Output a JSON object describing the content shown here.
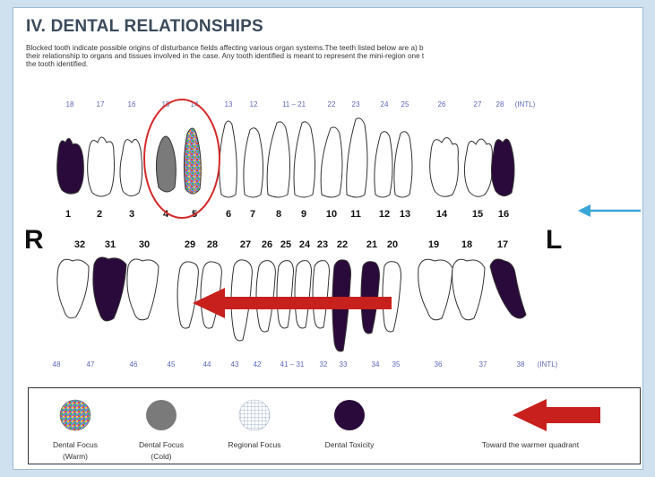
{
  "section_title": "IV. DENTAL RELATIONSHIPS",
  "intro_text": "Blocked tooth indicate possible origins of disturbance fields affecting various organ systems.The teeth listed below are a) b\ntheir relationship to organs and tissues involved in the case. Any tooth identified is meant to represent the mini-region one t\nthe tooth identified.",
  "side_right": "R",
  "side_left": "L",
  "upper_intl": [
    "18",
    "17",
    "16",
    "15",
    "14",
    "13",
    "12",
    "11 – 21",
    "22",
    "23",
    "24",
    "25",
    "26",
    "27",
    "28",
    "(INTL)"
  ],
  "upper_universal": [
    "1",
    "2",
    "3",
    "4",
    "5",
    "6",
    "7",
    "8",
    "9",
    "10",
    "11",
    "12",
    "13",
    "14",
    "15",
    "16"
  ],
  "lower_universal": [
    "32",
    "31",
    "30",
    "29",
    "28",
    "27",
    "26",
    "25",
    "24",
    "23",
    "22",
    "21",
    "20",
    "19",
    "18",
    "17"
  ],
  "lower_intl": [
    "48",
    "47",
    "46",
    "45",
    "44",
    "43",
    "42",
    "41 – 31",
    "32",
    "33",
    "34",
    "35",
    "36",
    "37",
    "38",
    "(INTL)"
  ],
  "legend": {
    "warm_line1": "Dental Focus",
    "warm_line2": "(Warm)",
    "cold_line1": "Dental Focus",
    "cold_line2": "(Cold)",
    "regional": "Regional Focus",
    "toxicity": "Dental Toxicity",
    "arrow": "Toward the warmer quadrant"
  },
  "colors": {
    "toxicity": "#2a0a3a",
    "cold_focus": "#7a7a7a",
    "highlight_circle": "#d42a2a",
    "warm_arrow": "#c8201c",
    "side_pointer": "#3aa6d8"
  }
}
